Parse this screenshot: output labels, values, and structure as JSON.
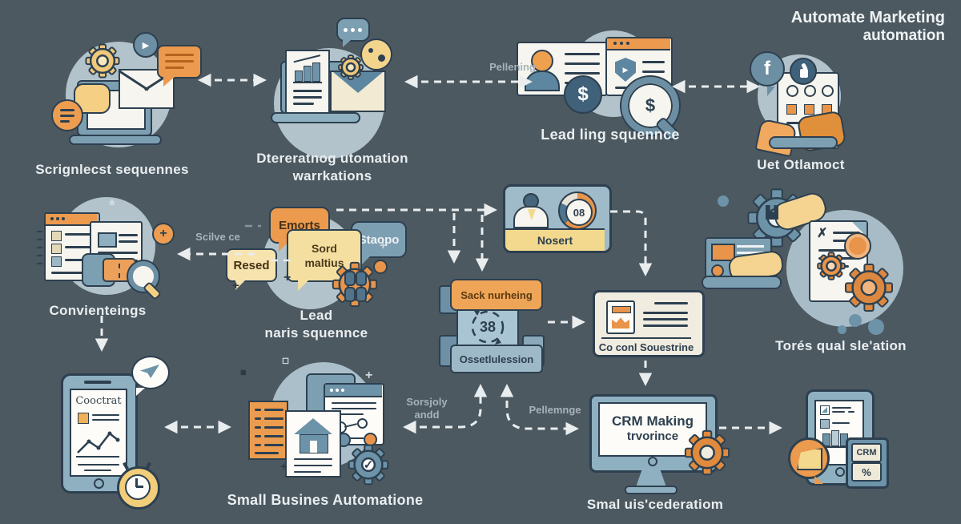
{
  "title": {
    "line1": "Automate Marketing",
    "line2": "automation"
  },
  "labels": {
    "email": "Scrignlecst sequennes",
    "reporting1": "Dtereratnog utomation",
    "reporting2": "warrkations",
    "lead_scoring": "Lead ling squennce",
    "social": "Uet Otlamoct",
    "conversions": "Convienteings",
    "nurture1": "Lead",
    "nurture2": "naris squennce",
    "tools": "Torés qual sle'ation",
    "small_business": "Small Busines Automatione",
    "crm": "Smal uis'cederatiom"
  },
  "bubbles": {
    "emorts": "Emorts",
    "staopo": "Staopo",
    "sord1": "Sord",
    "sord2": "maltius",
    "resed": "Resed"
  },
  "cards": {
    "nosert": {
      "label": "Nosert",
      "gauge": "08"
    },
    "nurturing": {
      "tab": "Sack nurheing",
      "count": "38",
      "bottom": "Ossetlulession"
    },
    "contact": {
      "label": "Co conl Souestrine"
    }
  },
  "screens": {
    "phone_title": "Cooctrat",
    "monitor1": "CRM Making",
    "monitor2": "trvorince",
    "badge_top": "CRM",
    "badge_bottom": "%"
  },
  "arrow_labels": {
    "pellening": "Pellening",
    "scilve": "Scilve ce",
    "sorsjoly1": "Sorsjoly",
    "sorsjoly2": "andd",
    "pellemnge": "Pellemnge"
  },
  "glyphs": {
    "facebook": "f",
    "dollar": "$",
    "play": "▶",
    "plus": "+",
    "asterisk": "*",
    "check": "✓",
    "cross": "✗"
  },
  "colors": {
    "background": "#4d5961",
    "accent_orange": "#e8944a",
    "steel_blue": "#6d93a9",
    "navy": "#2d4050",
    "cream_yellow": "#f2d98e",
    "circle_bg": "#b3c3cc",
    "label_text": "#e9eef0"
  }
}
